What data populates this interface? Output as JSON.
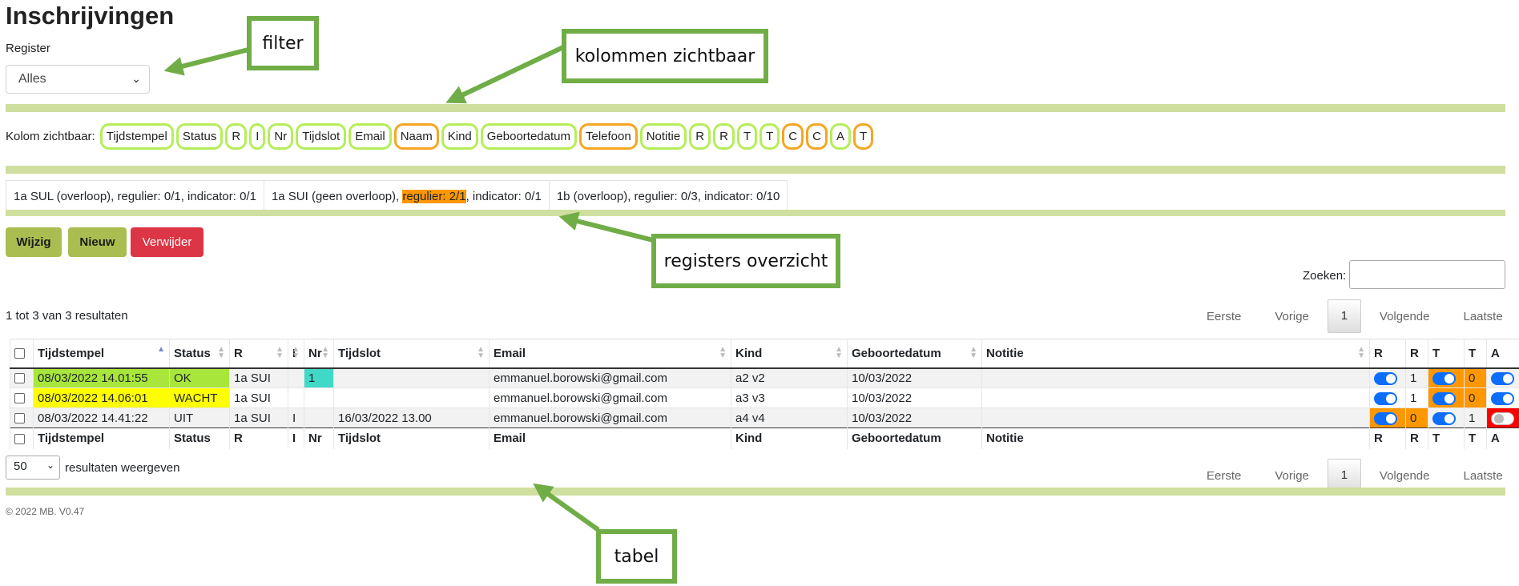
{
  "page": {
    "title": "Inschrijvingen",
    "register_label": "Register",
    "register_select": "Alles"
  },
  "columns": {
    "label": "Kolom zichtbaar:",
    "pills": [
      {
        "label": "Tijdstempel",
        "visible": true
      },
      {
        "label": "Status",
        "visible": true
      },
      {
        "label": "R",
        "visible": true
      },
      {
        "label": "I",
        "visible": true
      },
      {
        "label": "Nr",
        "visible": true
      },
      {
        "label": "Tijdslot",
        "visible": true
      },
      {
        "label": "Email",
        "visible": true
      },
      {
        "label": "Naam",
        "visible": false
      },
      {
        "label": "Kind",
        "visible": true
      },
      {
        "label": "Geboortedatum",
        "visible": true
      },
      {
        "label": "Telefoon",
        "visible": false
      },
      {
        "label": "Notitie",
        "visible": true
      },
      {
        "label": "R",
        "visible": true
      },
      {
        "label": "R",
        "visible": true
      },
      {
        "label": "T",
        "visible": true
      },
      {
        "label": "T",
        "visible": true
      },
      {
        "label": "C",
        "visible": false
      },
      {
        "label": "C",
        "visible": false
      },
      {
        "label": "A",
        "visible": true
      },
      {
        "label": "T",
        "visible": false
      }
    ]
  },
  "registers": [
    {
      "a": "1a SUL (overloop), regulier: 0/1, indicator: 0/1",
      "hl": "",
      "b": ""
    },
    {
      "a": "1a SUI (geen overloop), ",
      "hl": "regulier: 2/1",
      "b": ", indicator: 0/1"
    },
    {
      "a": "1b (overloop), regulier: 0/3, indicator: 0/10",
      "hl": "",
      "b": ""
    }
  ],
  "buttons": {
    "edit": "Wijzig",
    "new": "Nieuw",
    "delete": "Verwijder"
  },
  "search_label": "Zoeken:",
  "result_count": "1 tot 3 van 3 resultaten",
  "pager": {
    "first": "Eerste",
    "prev": "Vorige",
    "page": "1",
    "next": "Volgende",
    "last": "Laatste"
  },
  "table": {
    "headers": [
      "Tijdstempel",
      "Status",
      "R",
      "I",
      "Nr",
      "Tijdslot",
      "Email",
      "Kind",
      "Geboortedatum",
      "Notitie",
      "R",
      "R",
      "T",
      "T",
      "A"
    ],
    "rows": [
      {
        "tijdstempel": "08/03/2022 14.01:55",
        "status": "OK",
        "r": "1a SUI",
        "i": "",
        "nr": "1",
        "tijdslot": "",
        "email": "emmanuel.borowski@gmail.com",
        "kind": "a2 v2",
        "geboortedatum": "10/03/2022",
        "notitie": "",
        "r2": "1",
        "t2": "0",
        "a": true,
        "r1_on": true,
        "t1_on": true,
        "r2_orange": false,
        "t2_orange": true,
        "row_color": "#a8e63c",
        "nr_color": "#40d9c8",
        "a_red": false
      },
      {
        "tijdstempel": "08/03/2022 14.06:01",
        "status": "WACHT",
        "r": "1a SUI",
        "i": "",
        "nr": "",
        "tijdslot": "",
        "email": "emmanuel.borowski@gmail.com",
        "kind": "a3 v3",
        "geboortedatum": "10/03/2022",
        "notitie": "",
        "r2": "1",
        "t2": "0",
        "a": true,
        "r1_on": true,
        "t1_on": true,
        "r2_orange": false,
        "t2_orange": true,
        "row_color": "#ffff00",
        "nr_color": "",
        "a_red": false
      },
      {
        "tijdstempel": "08/03/2022 14.41:22",
        "status": "UIT",
        "r": "1a SUI",
        "i": "I",
        "nr": "",
        "tijdslot": "16/03/2022 13.00",
        "email": "emmanuel.borowski@gmail.com",
        "kind": "a4 v4",
        "geboortedatum": "10/03/2022",
        "notitie": "",
        "r2": "0",
        "t2": "1",
        "a": false,
        "r1_on": true,
        "t1_on": true,
        "r2_orange": true,
        "t2_orange": false,
        "row_color": "",
        "nr_color": "",
        "a_red": true
      }
    ]
  },
  "length": {
    "value": "50",
    "label": "resultaten weergeven"
  },
  "footer": "© 2022 MB. V0.47",
  "callouts": {
    "filter": "filter",
    "kolommen": "kolommen zichtbaar",
    "registers": "registers overzicht",
    "tabel": "tabel"
  },
  "colors": {
    "accent_green": "#aabd50",
    "bar_green": "#cfdf9f",
    "callout_green": "#70ad47",
    "danger": "#dc3545",
    "orange": "#ff9800",
    "toggle_blue": "#0d6efd"
  }
}
